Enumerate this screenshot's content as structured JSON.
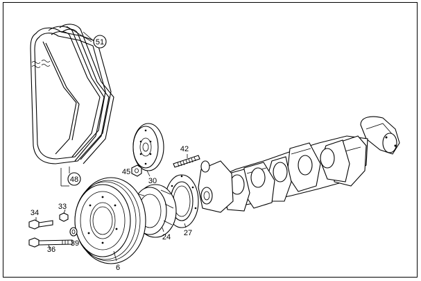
{
  "diagram": {
    "callouts": [
      {
        "id": "belt",
        "number": "51"
      },
      {
        "id": "belt-set",
        "number": "48"
      },
      {
        "id": "bolt-a",
        "number": "34"
      },
      {
        "id": "bolt-b",
        "number": "33"
      },
      {
        "id": "bolt-long",
        "number": "36"
      },
      {
        "id": "washer",
        "number": "39"
      },
      {
        "id": "pulley",
        "number": "6"
      },
      {
        "id": "hub",
        "number": "24"
      },
      {
        "id": "seal-carrier",
        "number": "27"
      },
      {
        "id": "damper",
        "number": "30"
      },
      {
        "id": "nut",
        "number": "45"
      },
      {
        "id": "stud",
        "number": "42"
      }
    ]
  }
}
